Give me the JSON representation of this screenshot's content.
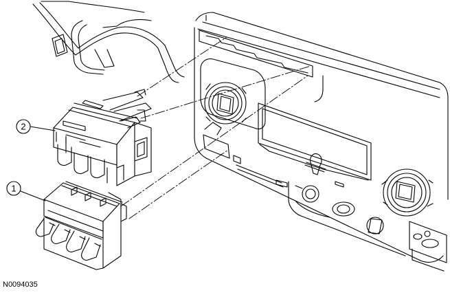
{
  "callouts": [
    {
      "label": "1"
    },
    {
      "label": "2"
    }
  ],
  "figure_id": "N0094035"
}
